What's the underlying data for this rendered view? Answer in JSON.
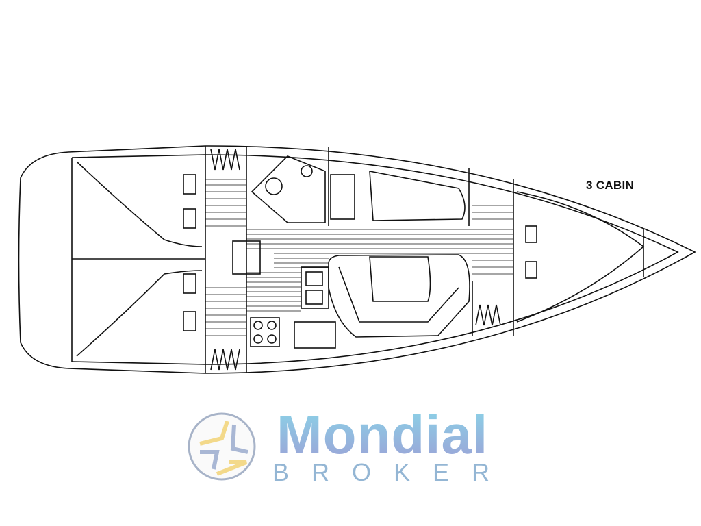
{
  "diagram": {
    "title": "Sailboat deck plan layout",
    "label": "3 CABIN"
  },
  "logo": {
    "brand_main": "Mondial",
    "brand_sub": "BROKER"
  },
  "colors": {
    "line": "#111111",
    "brand_blue": "#9aa6d8",
    "brand_cyan": "#8ccfe6",
    "brand_yellow": "#f3d98a"
  }
}
